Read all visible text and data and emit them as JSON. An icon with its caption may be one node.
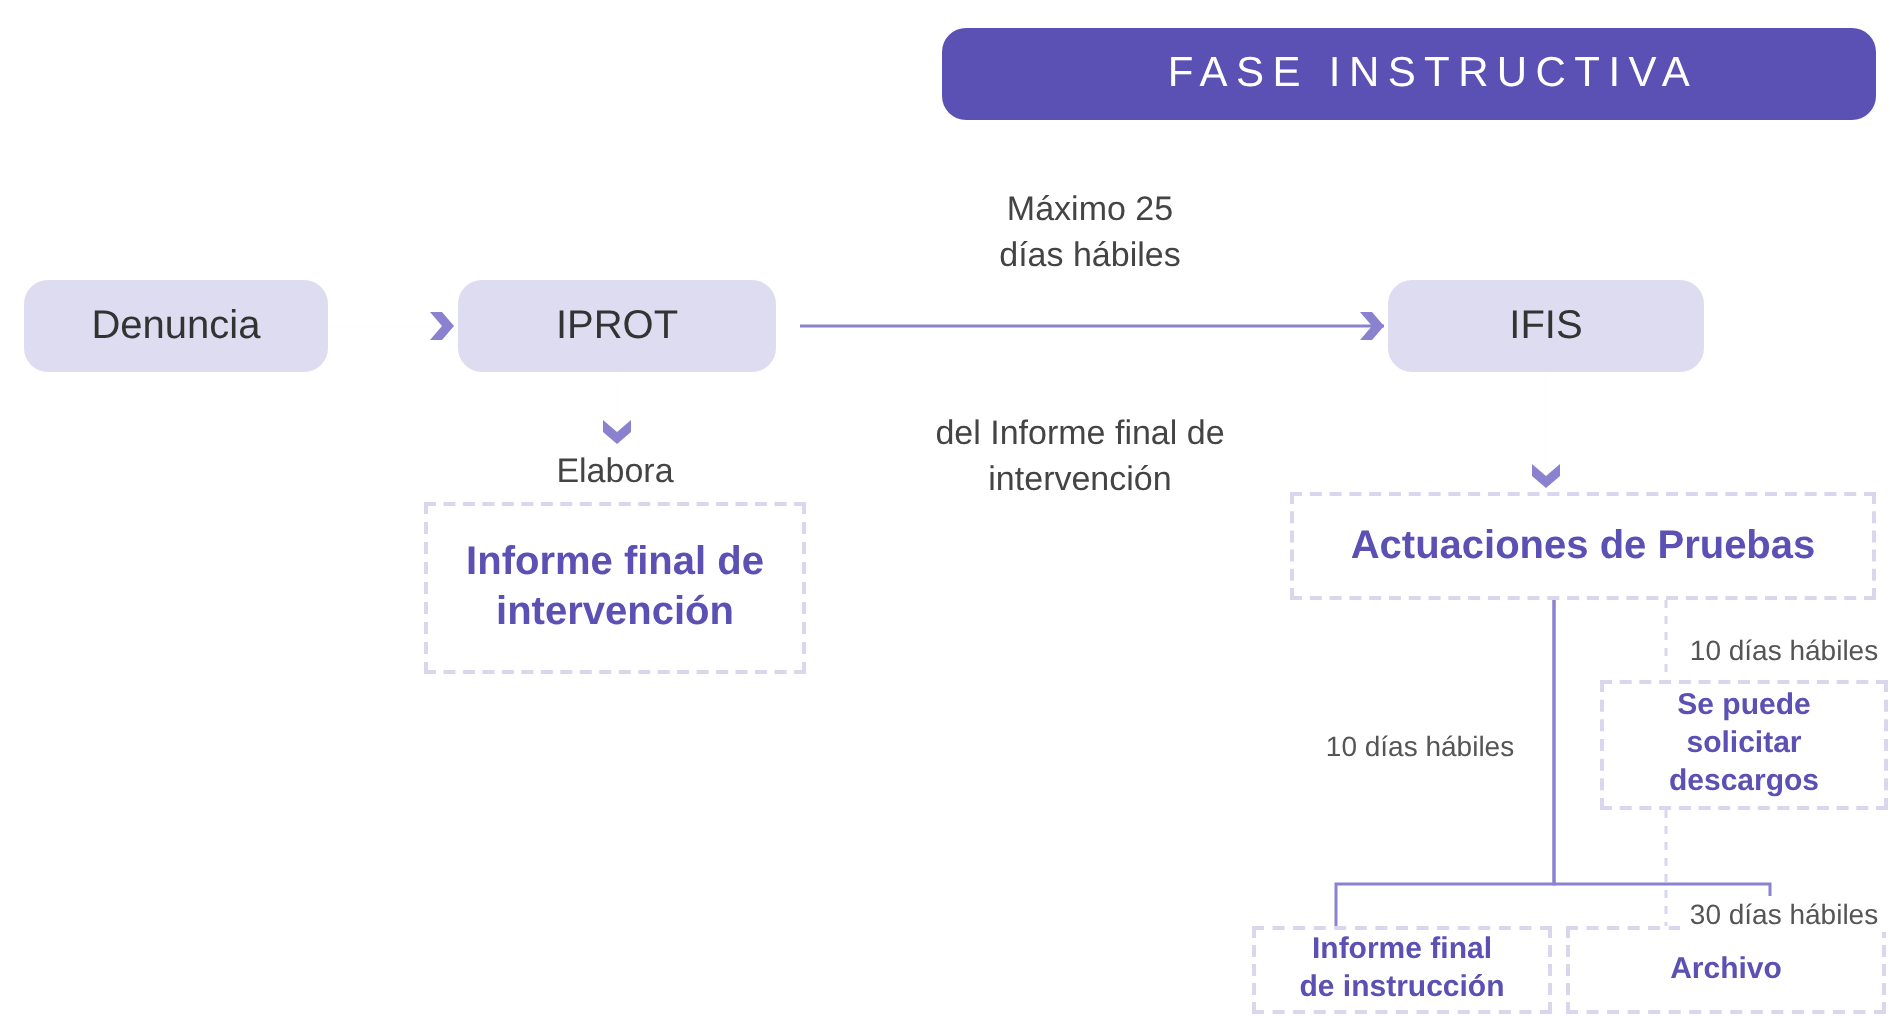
{
  "diagram": {
    "nodes": [
      {
        "text": [
          "FASE INSTRUCTIVA"
        ]
      },
      {
        "text": [
          "Denuncia"
        ]
      },
      {
        "text": [
          "IPROT"
        ]
      },
      {
        "text": [
          "Elabora",
          "Informe final de intervención"
        ]
      },
      {
        "text": [
          "IFIS"
        ]
      },
      {
        "text": [
          "Actuaciones de Pruebas"
        ]
      },
      {
        "text": [
          "Se puede solicitar descargos"
        ]
      },
      {
        "text": [
          "Informe final de instrucción"
        ]
      },
      {
        "text": [
          "Archivo"
        ]
      }
    ],
    "edges": [
      {
        "from": 1,
        "to": 2,
        "arrow": "to"
      },
      {
        "from": 2,
        "to": 3,
        "arrow": "to"
      },
      {
        "from": 2,
        "to": 4,
        "arrow": "to",
        "label": "Máximo 25 días hábiles"
      },
      {
        "from": 4,
        "to": 5,
        "arrow": "to"
      },
      {
        "from": 5,
        "to": 7,
        "arrow": "none",
        "label": "10 días hábiles"
      },
      {
        "from": 5,
        "to": 8,
        "arrow": "none"
      },
      {
        "from": 5,
        "to": 6,
        "arrow": "none",
        "style": "dashed",
        "color": "#d9d6ee",
        "label": "10 días hábiles"
      },
      {
        "from": 6,
        "to": 8,
        "arrow": "none",
        "style": "dashed",
        "color": "#d9d6ee",
        "label": "30 días hábiles"
      }
    ],
    "labels": [
      "del Informe final de intervención"
    ]
  }
}
